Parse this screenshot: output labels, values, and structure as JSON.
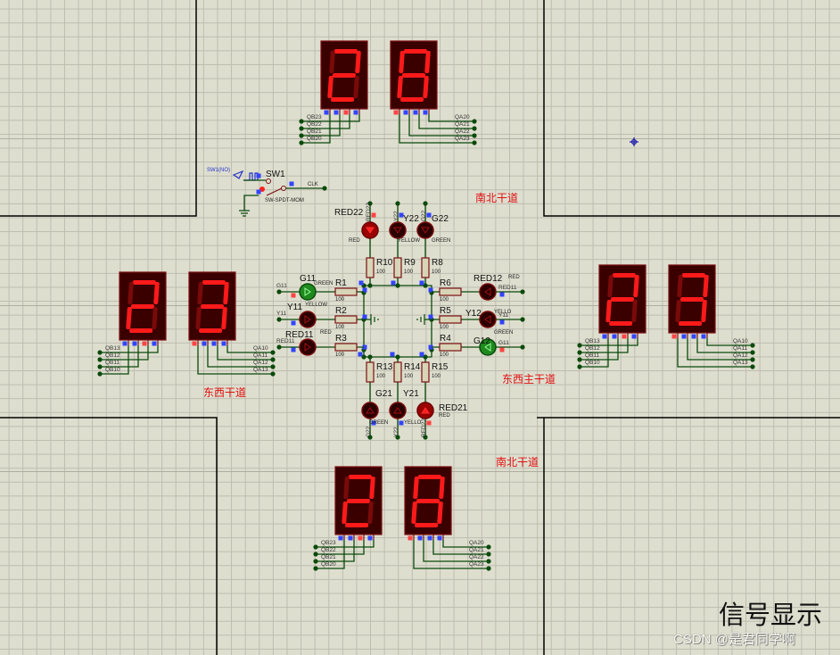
{
  "title": "信号显示",
  "watermark": "CSDN @是君同学啊",
  "colors": {
    "wire": "#0a4a0a",
    "component_outline": "#7a1010",
    "display_bg": "#3a0000",
    "segment_on": "#ff1a1a",
    "segment_off": "#7a0a0a",
    "resistor_fill": "#d8d4b8",
    "road_line": "#000000",
    "label_red": "#e01010",
    "pin_blue": "#3344ff",
    "pin_red": "#ff4444"
  },
  "road_labels": [
    {
      "text": "南北干道",
      "id": "ns-road-top"
    },
    {
      "text": "东西干道",
      "id": "ew-road-left"
    },
    {
      "text": "东西主干道",
      "id": "ew-main-road-right"
    },
    {
      "text": "南北干道",
      "id": "ns-road-bottom"
    }
  ],
  "displays": [
    {
      "id": "north",
      "tens": 2,
      "ones": 8,
      "left_pins": [
        "QB23",
        "QB22",
        "QB21",
        "QB20"
      ],
      "right_pins": [
        "QA20",
        "QA21",
        "QA22",
        "QA23"
      ]
    },
    {
      "id": "west",
      "tens": 2,
      "ones": 3,
      "left_pins": [
        "QB13",
        "QB12",
        "QB11",
        "QB10"
      ],
      "right_pins": [
        "QA10",
        "QA11",
        "QA12",
        "QA13"
      ]
    },
    {
      "id": "east",
      "tens": 2,
      "ones": 3,
      "left_pins": [
        "QB13",
        "QB12",
        "QB11",
        "QB10"
      ],
      "right_pins": [
        "QA10",
        "QA11",
        "QA12",
        "QA13"
      ]
    },
    {
      "id": "south",
      "tens": 2,
      "ones": 8,
      "left_pins": [
        "QB23",
        "QB22",
        "QB21",
        "QB20"
      ],
      "right_pins": [
        "QA20",
        "QA21",
        "QA22",
        "QA23"
      ]
    }
  ],
  "switch": {
    "ref": "SW1",
    "type": "SW-SPDT-MOM",
    "generator_label": "SW1(NO)",
    "net": "CLK"
  },
  "leds": {
    "north": [
      {
        "ref": "RED22",
        "type": "RED",
        "net": "RED22",
        "state": "on"
      },
      {
        "ref": "Y22",
        "type": "YELLOW",
        "net": "Y22",
        "state": "off"
      },
      {
        "ref": "G22",
        "type": "GREEN",
        "net": "G22",
        "state": "off"
      }
    ],
    "west": [
      {
        "ref": "G11",
        "type": "GREEN",
        "net": "G11",
        "state": "on"
      },
      {
        "ref": "Y11",
        "type": "YELLOW",
        "net": "Y11",
        "state": "off"
      },
      {
        "ref": "RED11",
        "type": "RED",
        "net": "RED11",
        "state": "off"
      }
    ],
    "east": [
      {
        "ref": "RED12",
        "type": "RED",
        "net": "RED11",
        "state": "off"
      },
      {
        "ref": "Y12",
        "type": "YELLO",
        "net": "Y11",
        "state": "off"
      },
      {
        "ref": "G12",
        "type": "GREEN",
        "net": "G11",
        "state": "on"
      }
    ],
    "south": [
      {
        "ref": "G21",
        "type": "GREEN",
        "net": "G22",
        "state": "off"
      },
      {
        "ref": "Y21",
        "type": "YELLO",
        "net": "Y22",
        "state": "off"
      },
      {
        "ref": "RED21",
        "type": "RED",
        "net": "RED22",
        "state": "on"
      }
    ]
  },
  "resistors": {
    "north": [
      {
        "ref": "R10",
        "value": "100"
      },
      {
        "ref": "R9",
        "value": "100"
      },
      {
        "ref": "R8",
        "value": "100"
      }
    ],
    "west": [
      {
        "ref": "R1",
        "value": "100"
      },
      {
        "ref": "R2",
        "value": "100"
      },
      {
        "ref": "R3",
        "value": "100"
      }
    ],
    "east": [
      {
        "ref": "R6",
        "value": "100"
      },
      {
        "ref": "R5",
        "value": "100"
      },
      {
        "ref": "R4",
        "value": "100"
      }
    ],
    "south": [
      {
        "ref": "R13",
        "value": "100"
      },
      {
        "ref": "R14",
        "value": "100"
      },
      {
        "ref": "R15",
        "value": "100"
      }
    ]
  }
}
